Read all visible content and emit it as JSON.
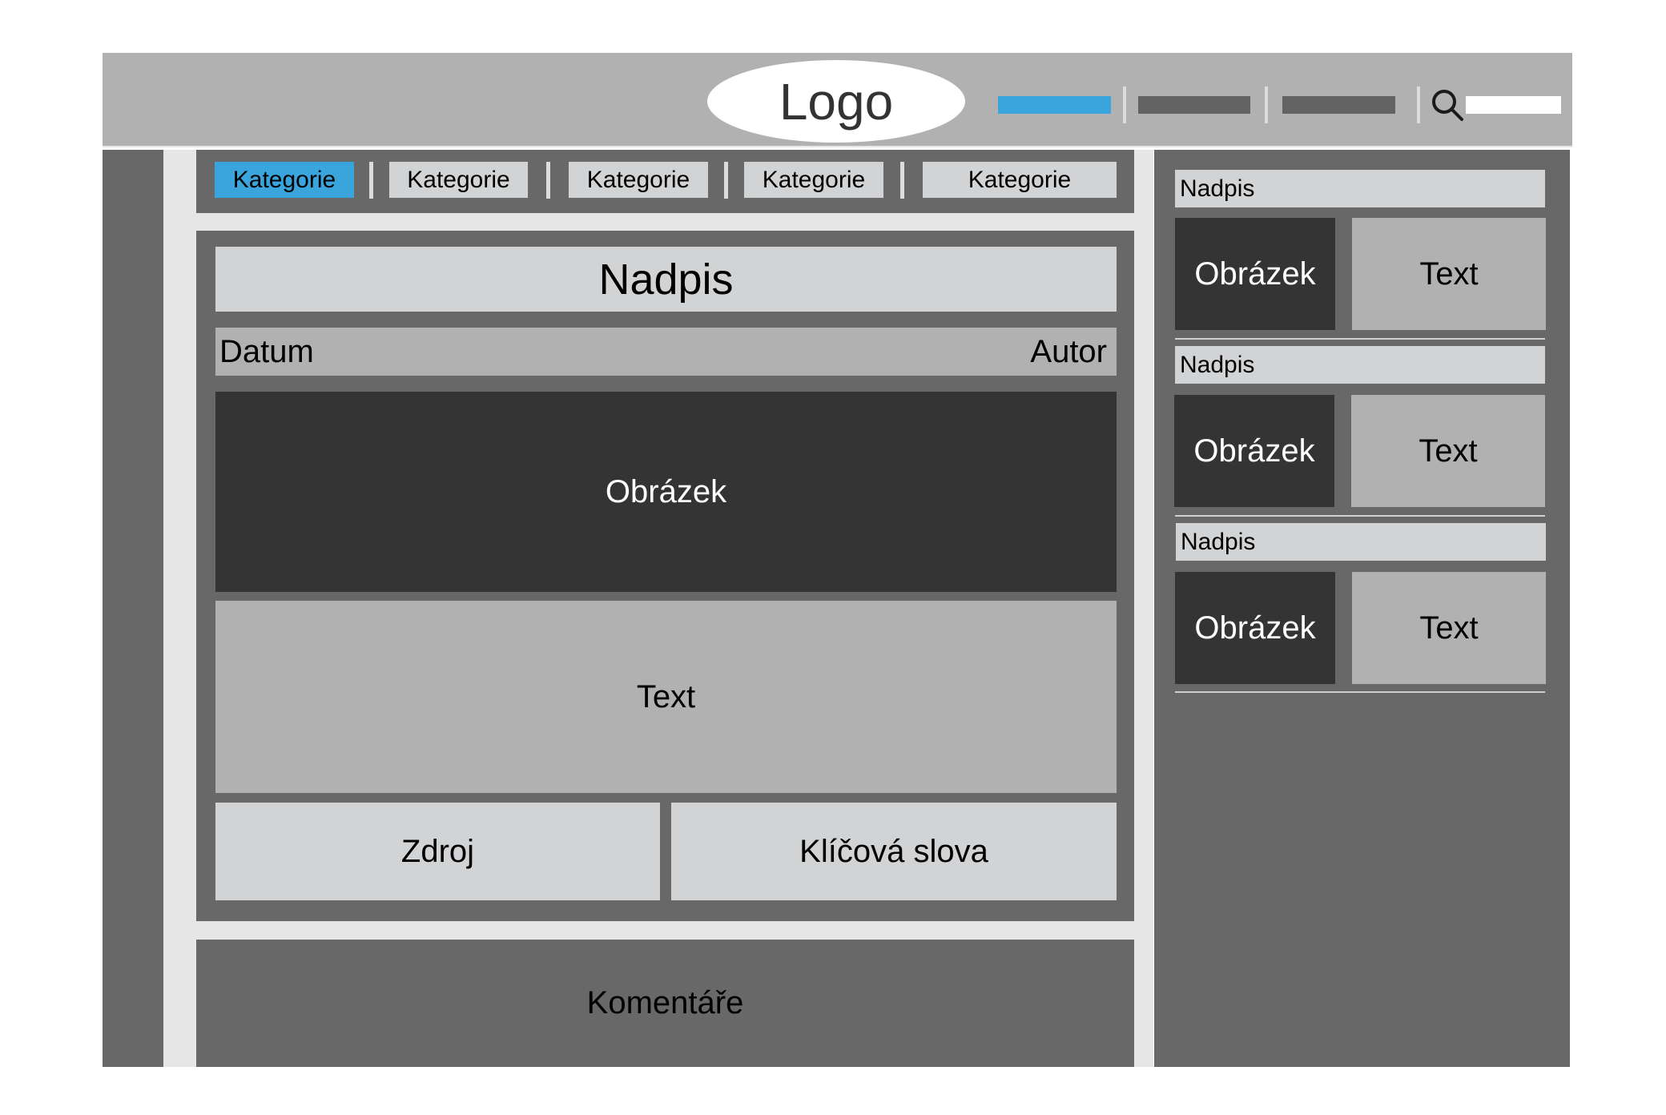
{
  "header": {
    "logo": "Logo"
  },
  "categories": [
    {
      "label": "Kategorie",
      "active": true
    },
    {
      "label": "Kategorie",
      "active": false
    },
    {
      "label": "Kategorie",
      "active": false
    },
    {
      "label": "Kategorie",
      "active": false
    },
    {
      "label": "Kategorie",
      "active": false
    }
  ],
  "article": {
    "title": "Nadpis",
    "date": "Datum",
    "author": "Autor",
    "image": "Obrázek",
    "text": "Text",
    "source": "Zdroj",
    "keywords": "Klíčová slova"
  },
  "comments": "Komentáře",
  "sidebar": {
    "cards": [
      {
        "title": "Nadpis",
        "image": "Obrázek",
        "text": "Text"
      },
      {
        "title": "Nadpis",
        "image": "Obrázek",
        "text": "Text"
      },
      {
        "title": "Nadpis",
        "image": "Obrázek",
        "text": "Text"
      }
    ]
  },
  "colors": {
    "accent": "#3aa5dc",
    "dark": "#343434",
    "mid": "#686868",
    "light": "#d2d3d5",
    "gray": "#b1b1b1"
  }
}
